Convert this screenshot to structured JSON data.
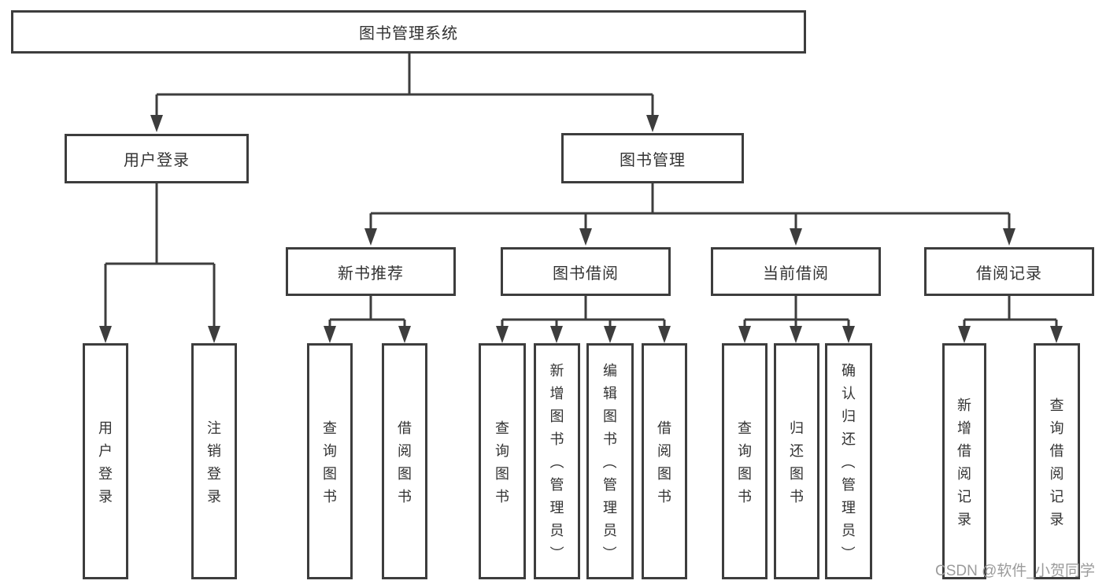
{
  "colors": {
    "line": "#3d3d3d",
    "text": "#333333",
    "watermark": "#9b9b9b",
    "background": "#ffffff"
  },
  "tree": {
    "label": "图书管理系统",
    "children": [
      {
        "label": "用户登录",
        "children": [
          {
            "label": "用户登录"
          },
          {
            "label": "注销登录"
          }
        ]
      },
      {
        "label": "图书管理",
        "children": [
          {
            "label": "新书推荐",
            "children": [
              {
                "label": "查询图书"
              },
              {
                "label": "借阅图书"
              }
            ]
          },
          {
            "label": "图书借阅",
            "children": [
              {
                "label": "查询图书"
              },
              {
                "label": "新增图书（管理员）"
              },
              {
                "label": "编辑图书（管理员）"
              },
              {
                "label": "借阅图书"
              }
            ]
          },
          {
            "label": "当前借阅",
            "children": [
              {
                "label": "查询图书"
              },
              {
                "label": "归还图书"
              },
              {
                "label": "确认归还（管理员）"
              }
            ]
          },
          {
            "label": "借阅记录",
            "children": [
              {
                "label": "新增借阅记录"
              },
              {
                "label": "查询借阅记录"
              }
            ]
          }
        ]
      }
    ]
  },
  "watermark": {
    "text": "CSDN @软件_小贺同学"
  }
}
